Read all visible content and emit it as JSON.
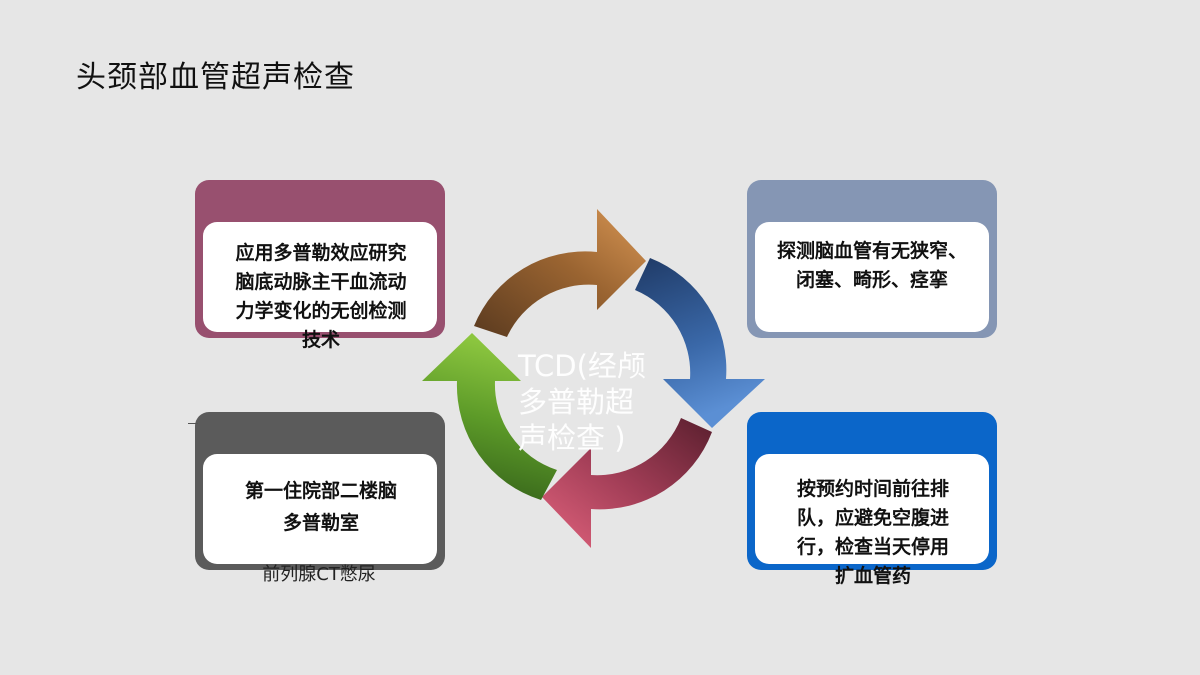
{
  "slide": {
    "title": "头颈部血管超声检查"
  },
  "center": {
    "lines": [
      "TCD(经颅",
      "多普勒超",
      "声检查 )"
    ]
  },
  "cards": {
    "top_left": {
      "lines": [
        "应用多普勒效应研究",
        "脑底动脉主干血流动",
        "力学变化的无创检测",
        "技术"
      ],
      "color": "#98506f"
    },
    "top_right": {
      "lines": [
        "探测脑血管有无狭窄、",
        "闭塞、畸形、痉挛"
      ],
      "color": "#8596b4"
    },
    "bottom_left": {
      "lines": [
        "第一住院部二楼脑",
        "多普勒室"
      ],
      "note": "前列腺CT憋尿",
      "color": "#5b5b5b"
    },
    "bottom_right": {
      "lines": [
        "按预约时间前往排",
        "队，应避免空腹进",
        "行，检查当天停用",
        "扩血管药"
      ],
      "color": "#0b66c9"
    }
  },
  "arrows": {
    "top": "#c7844a",
    "right": "#3c6fb3",
    "bottom": "#c9536e",
    "left": "#6aab2c"
  }
}
